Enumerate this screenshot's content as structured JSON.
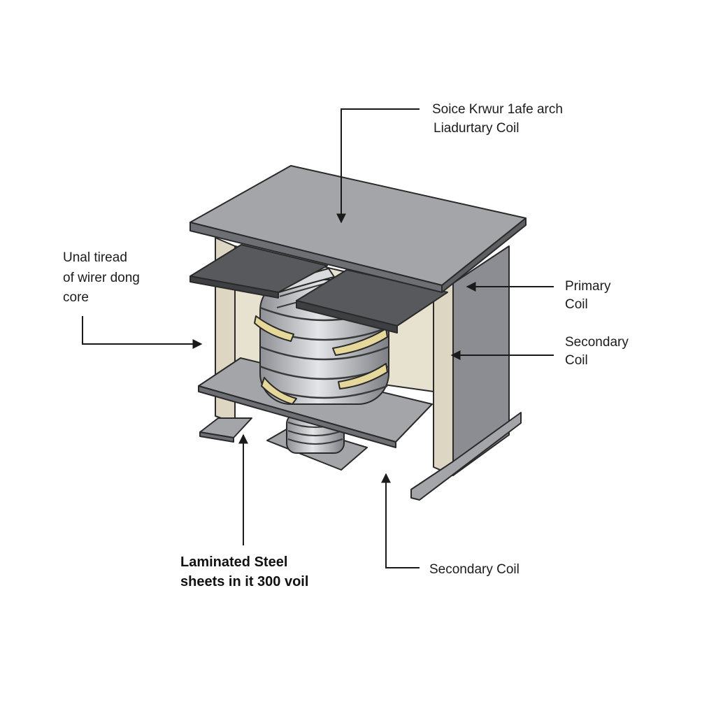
{
  "labels": {
    "top_line1": "Soice Krwur 1afe arch",
    "top_line2": "Liadurtary Coil",
    "left_line1": "Unal tiread",
    "left_line2": "of wirer dong",
    "left_line3": "core",
    "primary_line1": "Primary",
    "primary_line2": "Coil",
    "secondary_line1": "Secondary",
    "secondary_line2": "Coil",
    "bottom_left_line1": "Laminated Steel",
    "bottom_left_line2": "sheets in it 300 voil",
    "bottom_right": "Secondary Coil"
  },
  "colors": {
    "background": "#ffffff",
    "steel_top": "#a4a5a9",
    "steel_dark": "#58595d",
    "steel_side": "#8c8d92",
    "insulation": "#ddd6c2",
    "coil_wire": "#c2c3c7",
    "coil_tape": "#e6d79a",
    "outline": "#2a2a2a"
  }
}
